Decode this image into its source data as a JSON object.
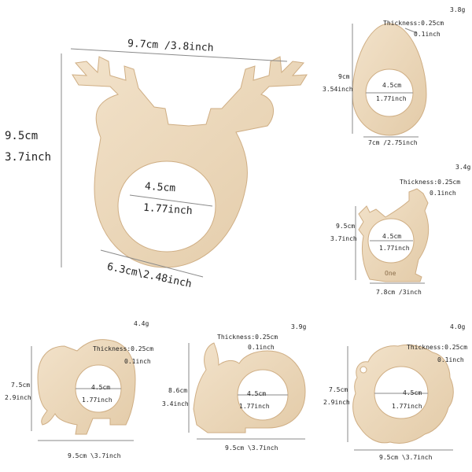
{
  "colors": {
    "wood": "#ecd8bd",
    "wood_edge": "#d8bd98",
    "dim_line": "#8a8a8a"
  },
  "reindeer": {
    "width_label": "9.7cm /3.8inch",
    "height_cm": "9.5cm",
    "height_inch": "3.7inch",
    "hole_cm": "4.5cm",
    "hole_inch": "1.77inch",
    "bottom_label": "6.3cm\\2.48inch"
  },
  "egg": {
    "weight": "3.8g",
    "thickness": "Thickness:0.25cm",
    "thickness_inch": "0.1inch",
    "height_cm": "9cm",
    "height_inch": "3.54inch",
    "hole_cm": "4.5cm",
    "hole_inch": "1.77inch",
    "width_label": "7cm /2.75inch"
  },
  "rooster": {
    "weight": "3.4g",
    "thickness": "Thickness:0.25cm",
    "thickness_inch": "0.1inch",
    "height_cm": "9.5cm",
    "height_inch": "3.7inch",
    "hole_cm": "4.5cm",
    "hole_inch": "1.77inch",
    "engraving": "One",
    "width_label": "7.8cm /3inch"
  },
  "elephant": {
    "weight": "4.4g",
    "thickness": "Thickness:0.25cm",
    "thickness_inch": "0.1inch",
    "height_cm": "7.5cm",
    "height_inch": "2.9inch",
    "hole_cm": "4.5cm",
    "hole_inch": "1.77inch",
    "width_label": "9.5cm \\3.7inch"
  },
  "rabbit": {
    "weight": "3.9g",
    "thickness": "Thickness:0.25cm",
    "thickness_inch": "0.1inch",
    "height_cm": "8.6cm",
    "height_inch": "3.4inch",
    "hole_cm": "4.5cm",
    "hole_inch": "1.77inch",
    "width_label": "9.5cm \\3.7inch"
  },
  "sheep": {
    "weight": "4.0g",
    "thickness": "Thickness:0.25cm",
    "thickness_inch": "0.1inch",
    "height_cm": "7.5cm",
    "height_inch": "2.9inch",
    "hole_cm": "4.5cm",
    "hole_inch": "1.77inch",
    "width_label": "9.5cm \\3.7inch"
  }
}
